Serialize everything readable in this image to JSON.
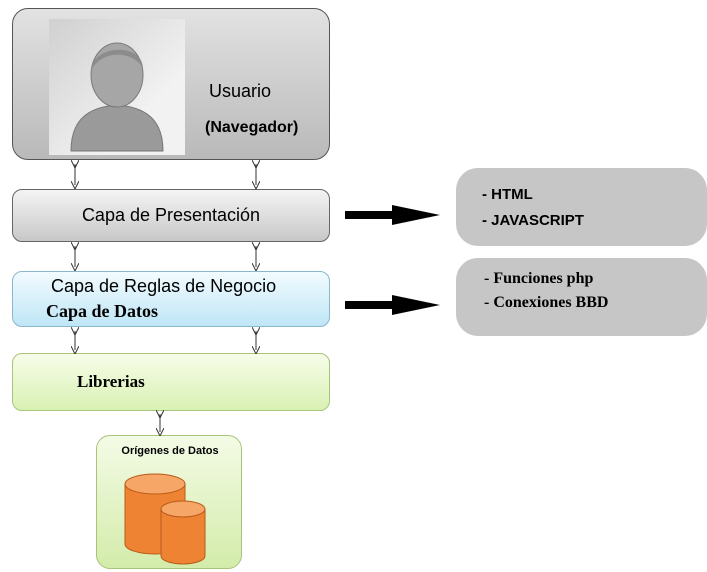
{
  "user": {
    "label": "Usuario",
    "sublabel": "(Navegador)",
    "icon": "user-silhouette-icon"
  },
  "layers": {
    "presentation": "Capa de Presentación",
    "business_rules": "Capa de Reglas de Negocio",
    "data": "Capa de Datos",
    "libraries": "Librerias"
  },
  "data_sources": {
    "label": "Orígenes de Datos",
    "icon": "database-cylinders-icon"
  },
  "presentation_tech": [
    "- HTML",
    "- JAVASCRIPT"
  ],
  "business_tech": [
    "- Funciones php",
    "- Conexiones BBD"
  ],
  "colors": {
    "user_box": "#c8c8c8",
    "presentation_box": "#dcdcdc",
    "rules_box": "#cdeaf7",
    "libraries_box": "#e3f5c6",
    "database": "#f08a3a",
    "callout": "#c6c6c6",
    "arrow": "#000000"
  }
}
